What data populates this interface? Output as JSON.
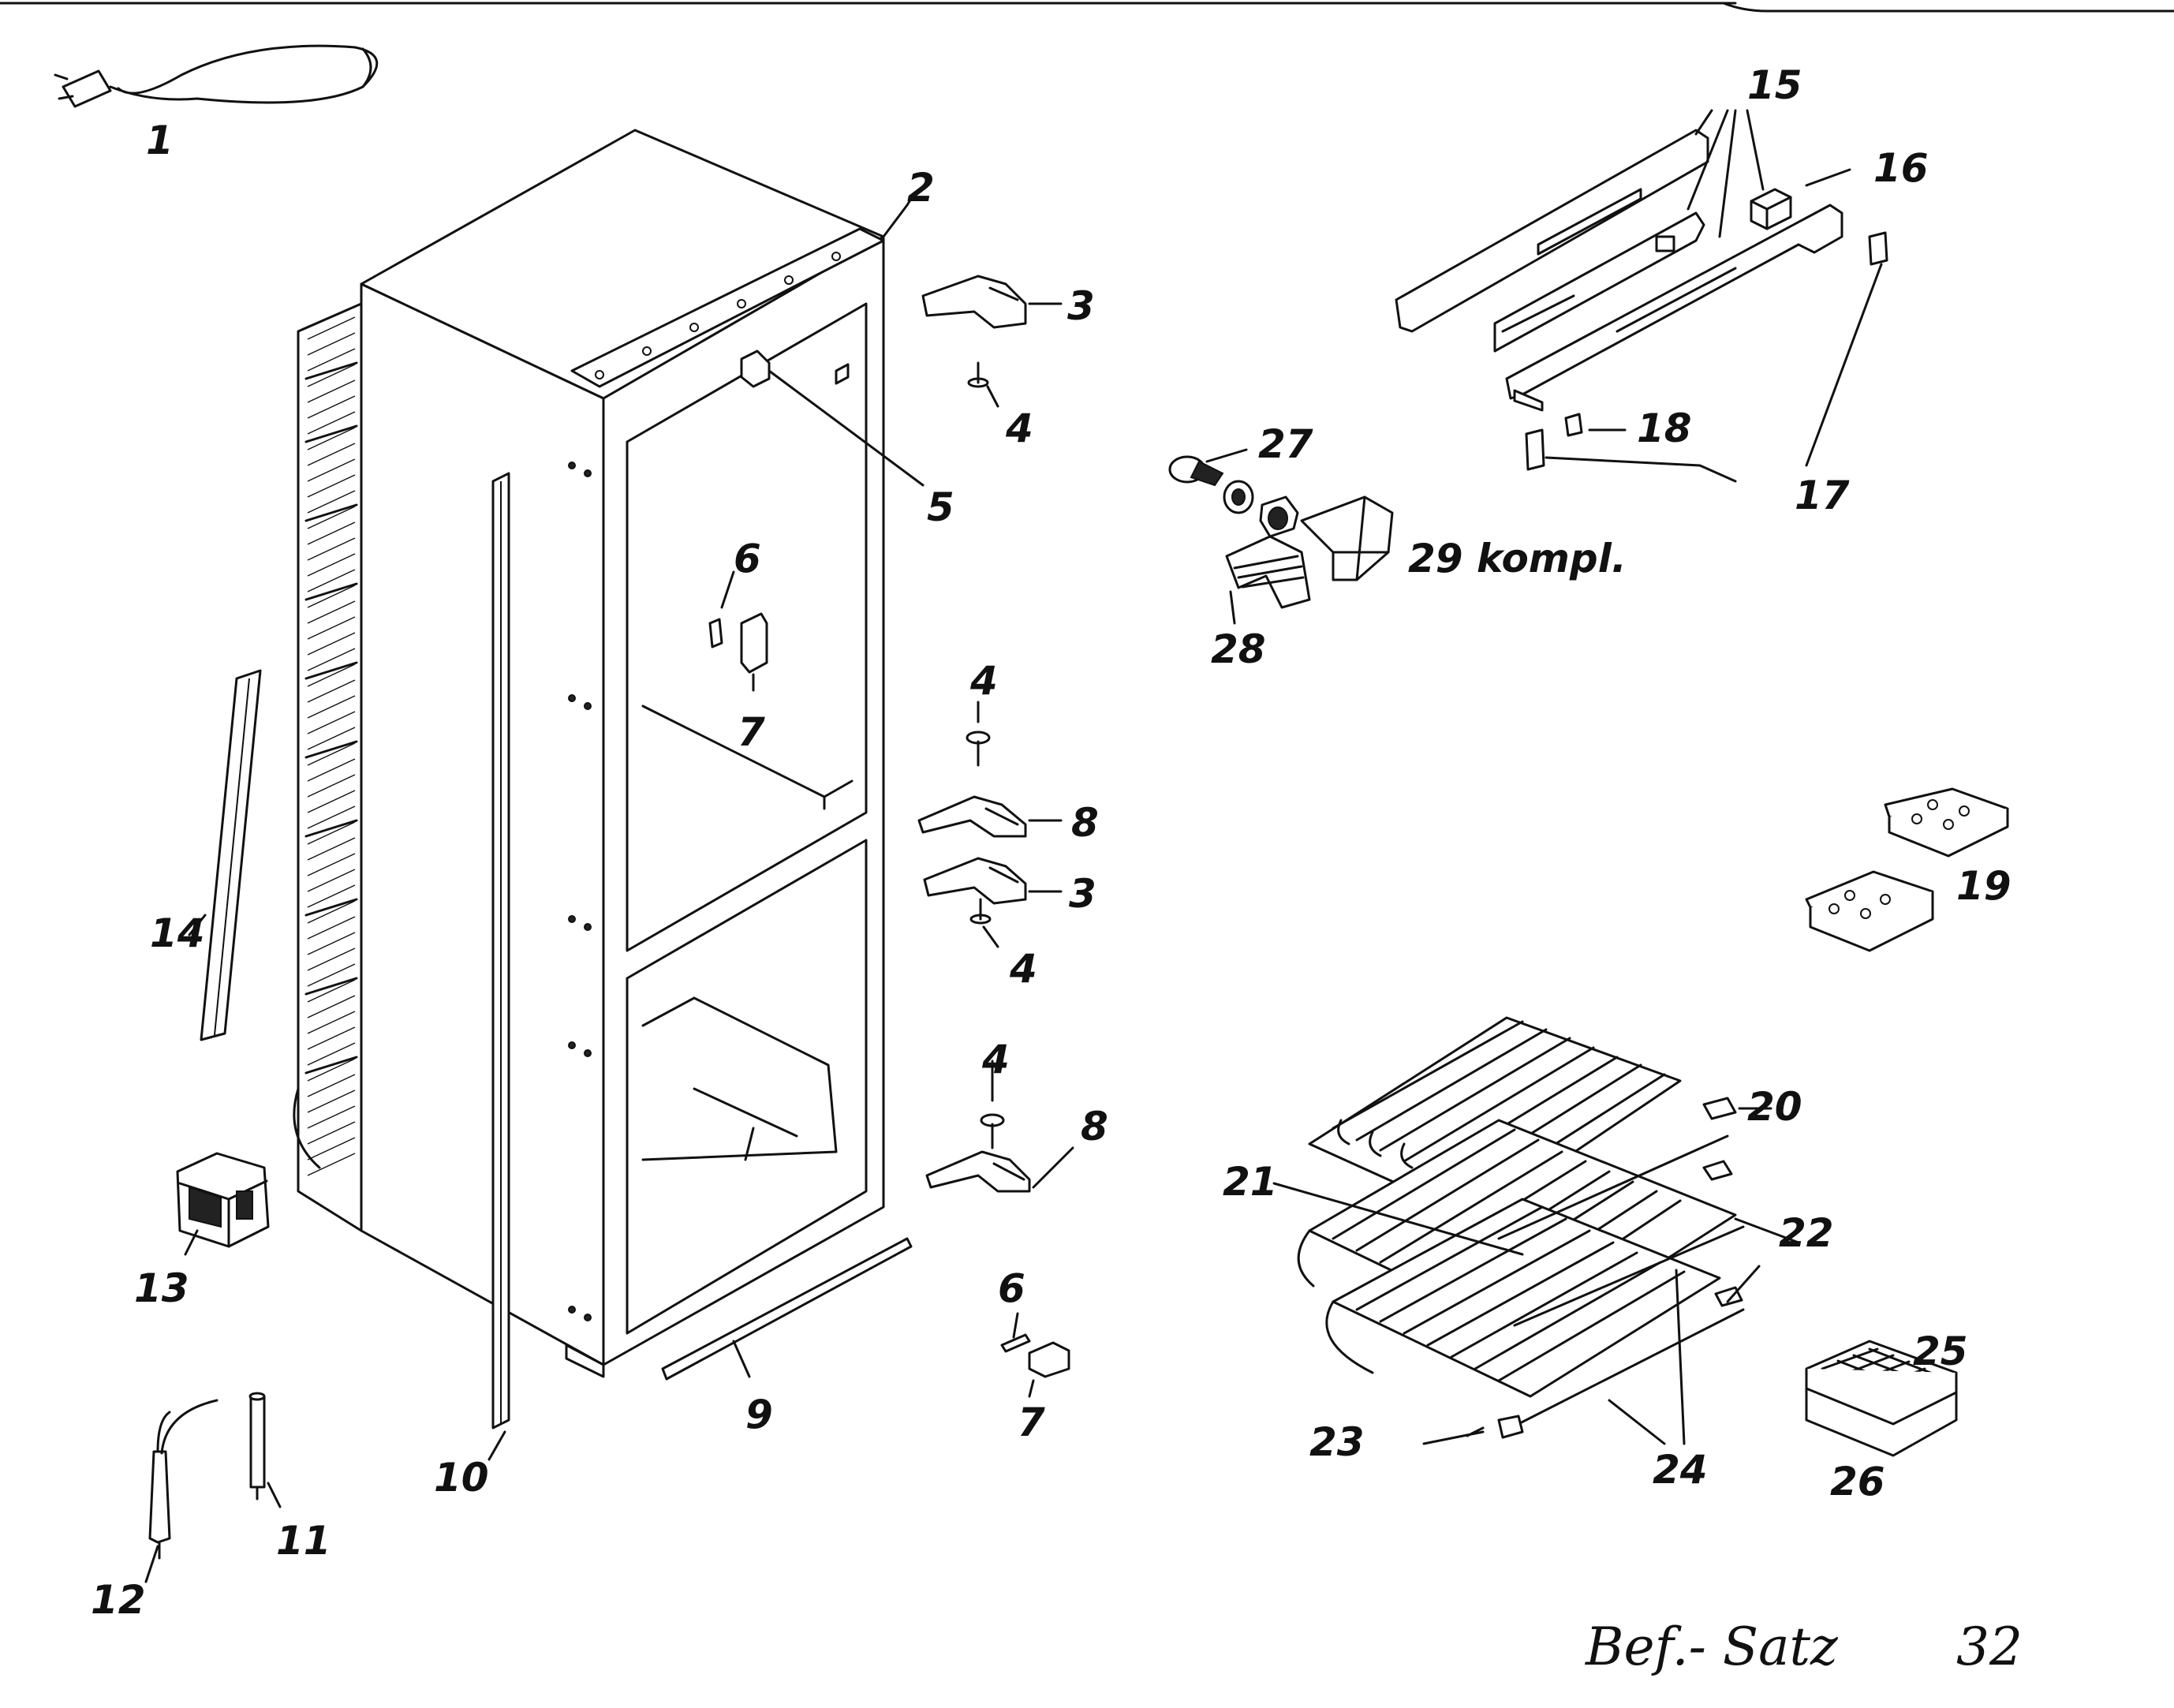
{
  "labels": {
    "p1": "1",
    "p2": "2",
    "p3a": "3",
    "p3b": "3",
    "p4a": "4",
    "p4b": "4",
    "p4c": "4",
    "p4d": "4",
    "p5": "5",
    "p6a": "6",
    "p6b": "6",
    "p7a": "7",
    "p7b": "7",
    "p8a": "8",
    "p8b": "8",
    "p9": "9",
    "p10": "10",
    "p11": "11",
    "p12": "12",
    "p13": "13",
    "p14": "14",
    "p15": "15",
    "p16": "16",
    "p17": "17",
    "p18": "18",
    "p19": "19",
    "p20": "20",
    "p21": "21",
    "p22": "22",
    "p23": "23",
    "p24": "24",
    "p25": "25",
    "p26": "26",
    "p27": "27",
    "p28": "28",
    "p29": "29 kompl."
  },
  "footer": {
    "set_name": "Bef.- Satz",
    "set_number": "32"
  }
}
